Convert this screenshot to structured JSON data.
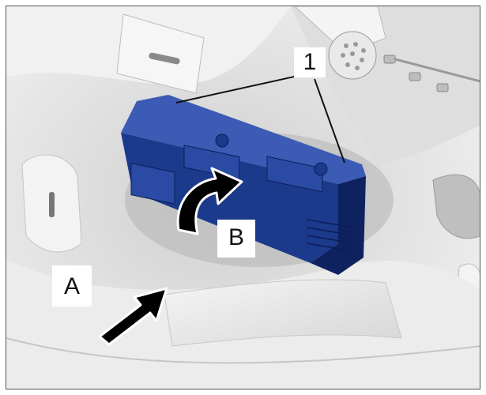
{
  "diagram": {
    "callouts": {
      "part_number": "1",
      "arrow_a": "A",
      "arrow_b": "B"
    },
    "colors": {
      "component": "#1c3a8c",
      "component_dark": "#0f2260",
      "component_light": "#3b5bb5",
      "panel": "#e6e6e6",
      "arrow": "#000000"
    }
  }
}
